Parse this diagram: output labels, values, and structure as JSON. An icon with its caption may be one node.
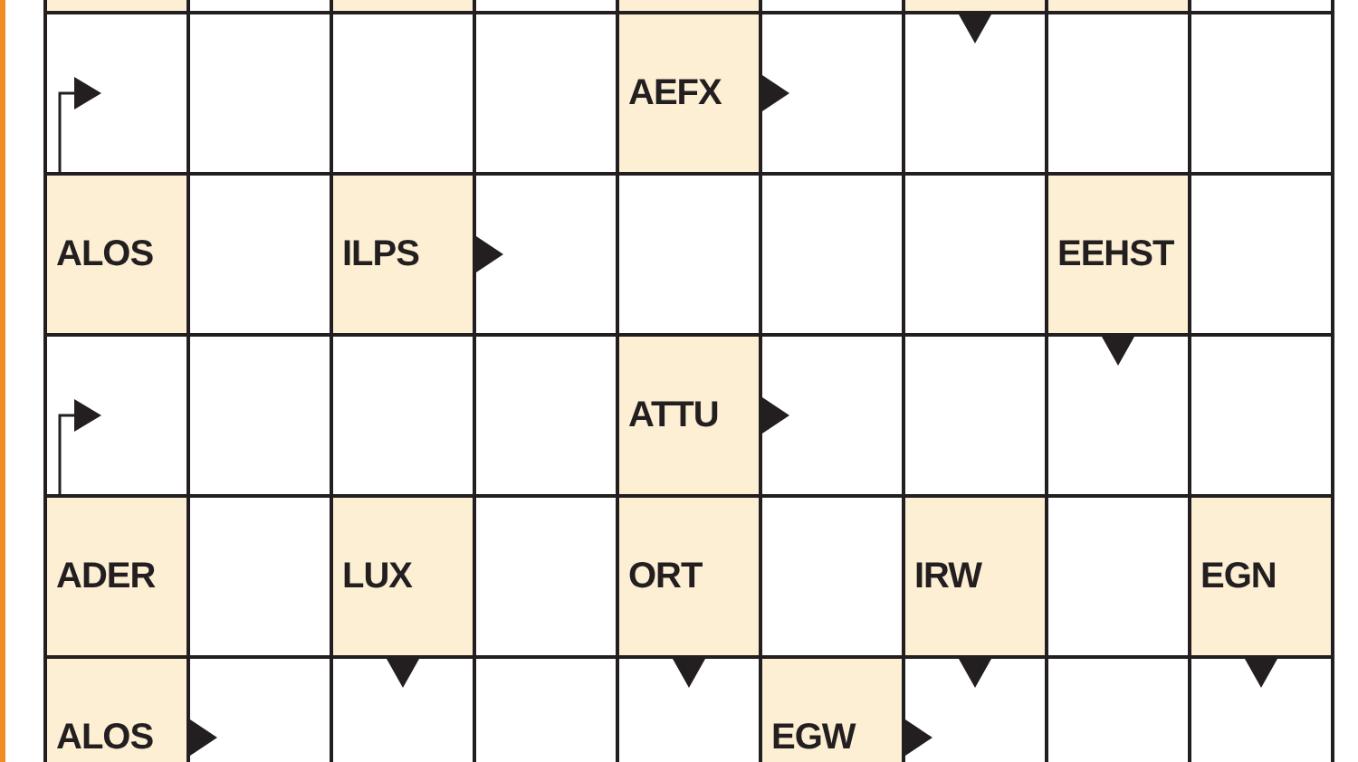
{
  "diagram": {
    "labels": [
      "AEFX",
      "ALOS",
      "ILPS",
      "EEHST",
      "ATTU",
      "ADER",
      "LUX",
      "ORT",
      "IRW",
      "EGN",
      "ALOS",
      "EGW"
    ]
  }
}
